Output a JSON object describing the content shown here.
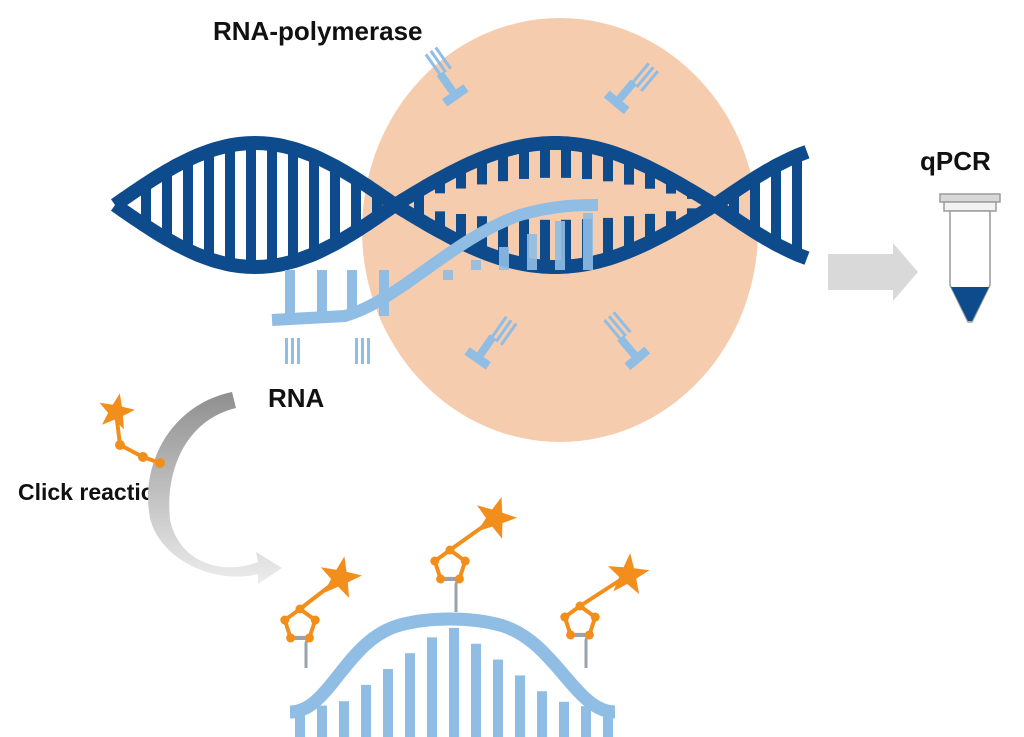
{
  "labels": {
    "polymerase": "RNA-polymerase",
    "rna": "RNA",
    "qpcr": "qPCR",
    "click": "Click reaction"
  },
  "colors": {
    "dna": "#0e4b8c",
    "rna": "#8fbde3",
    "polymerase": "#f5c6a6",
    "probe": "#f28f1c",
    "linker": "#9aa3ad",
    "arrow": "#d9d9d9",
    "tube_fill": "#0e4b8c"
  },
  "icons": {
    "nucleotides": "nucleotide-icon",
    "tube": "test-tube-icon",
    "probe": "star-probe-icon"
  }
}
